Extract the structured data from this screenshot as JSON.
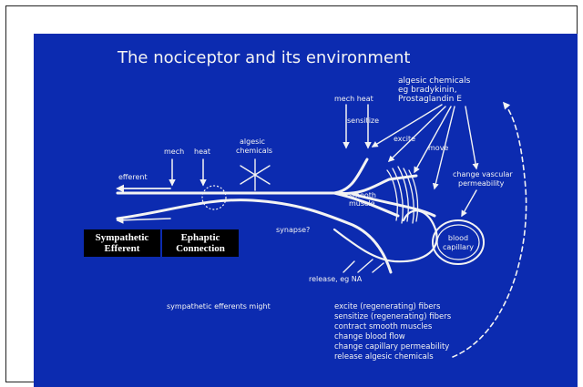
{
  "slide": {
    "title": "The nociceptor and its environment",
    "algesic_label": [
      "algesic chemicals",
      "eg bradykinin,",
      "Prostaglandin E"
    ],
    "mech_heat_top": "mech heat",
    "sensitize": "sensitize",
    "excite": "excite",
    "move": "move",
    "change_vascular": [
      "change vascular",
      "permeability"
    ],
    "mech": "mech",
    "heat": "heat",
    "algesic_small": [
      "algesic",
      "chemicals"
    ],
    "efferent": "efferent",
    "smooth_muscle": [
      "smooth",
      "muscle"
    ],
    "synapse": "synapse?",
    "blood_capillary": [
      "blood",
      "capillary"
    ],
    "release": "release, eg NA",
    "sympathetic_might": "sympathetic efferents might",
    "effects": [
      "excite (regenerating) fibers",
      "sensitize (regenerating) fibers",
      "contract smooth muscles",
      "change blood flow",
      "change capillary permeability",
      "release algesic chemicals"
    ]
  },
  "callouts": {
    "sympathetic": [
      "Sympathetic",
      "Efferent"
    ],
    "ephaptic": [
      "Ephaptic",
      "Connection"
    ]
  }
}
